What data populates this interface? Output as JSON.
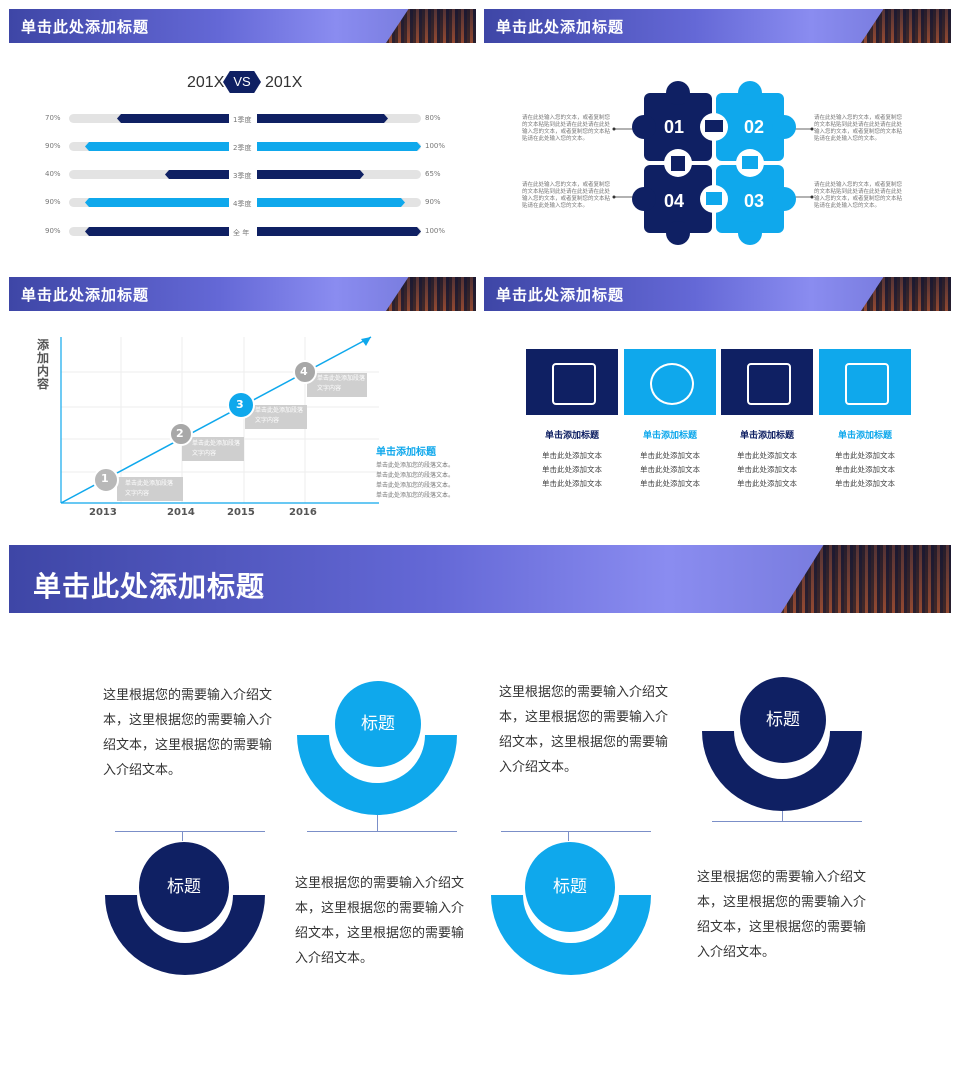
{
  "slide_title": "单击此处添加标题",
  "slide1": {
    "left_label": "201X",
    "vs_label": "VS",
    "right_label": "201X",
    "rows": [
      {
        "label": "1季度",
        "left_pct": "70%",
        "left_value": 0.7,
        "right_pct": "80%",
        "right_value": 0.8,
        "style": "dark"
      },
      {
        "label": "2季度",
        "left_pct": "90%",
        "left_value": 0.9,
        "right_pct": "100%",
        "right_value": 1.0,
        "style": "light"
      },
      {
        "label": "3季度",
        "left_pct": "40%",
        "left_value": 0.4,
        "right_pct": "65%",
        "right_value": 0.65,
        "style": "dark"
      },
      {
        "label": "4季度",
        "left_pct": "90%",
        "left_value": 0.9,
        "right_pct": "90%",
        "right_value": 0.9,
        "style": "light"
      },
      {
        "label": "全 年",
        "left_pct": "90%",
        "left_value": 0.9,
        "right_pct": "100%",
        "right_value": 1.0,
        "style": "dark"
      }
    ]
  },
  "slide2": {
    "numbers": [
      "01",
      "02",
      "03",
      "04"
    ],
    "side_text": "请在此处输入您的文本，或者复制您的文本粘贴到此处请在此处请在此处输入您的文本，或者复制您的文本粘贴请在此处输入您的文本。"
  },
  "slide3": {
    "y_axis_label": "添加内容",
    "years": [
      "2013",
      "2014",
      "2015",
      "2016"
    ],
    "steps": [
      {
        "num": "1",
        "text": "单击此处添加段落文字内容"
      },
      {
        "num": "2",
        "text": "单击此处添加段落文字内容"
      },
      {
        "num": "3",
        "text": "单击此处添加段落文字内容"
      },
      {
        "num": "4",
        "text": "单击此处添加段落文字内容"
      }
    ],
    "side_title": "单击添加标题",
    "side_body": "单击此处添加您的段落文本。单击此处添加您的段落文本。单击此处添加您的段落文本。单击此处添加您的段落文本。"
  },
  "slide4": {
    "cards": [
      {
        "title": "单击添加标题",
        "lines": [
          "单击此处添加文本",
          "单击此处添加文本",
          "单击此处添加文本"
        ],
        "icon": "cloud-building-icon",
        "color": "dark"
      },
      {
        "title": "单击添加标题",
        "lines": [
          "单击此处添加文本",
          "单击此处添加文本",
          "单击此处添加文本"
        ],
        "icon": "stopwatch-icon",
        "color": "light"
      },
      {
        "title": "单击添加标题",
        "lines": [
          "单击此处添加文本",
          "单击此处添加文本",
          "单击此处添加文本"
        ],
        "icon": "browser-gears-icon",
        "color": "dark"
      },
      {
        "title": "单击添加标题",
        "lines": [
          "单击此处添加文本",
          "单击此处添加文本",
          "单击此处添加文本"
        ],
        "icon": "person-building-icon",
        "color": "light"
      }
    ]
  },
  "slide5": {
    "label": "标题",
    "body": "这里根据您的需要输入介绍文本，这里根据您的需要输入介绍文本，这里根据您的需要输入介绍文本。"
  },
  "colors": {
    "dark": "#0f2063",
    "light": "#0fa8ec",
    "gray": "#e3e3e3"
  }
}
